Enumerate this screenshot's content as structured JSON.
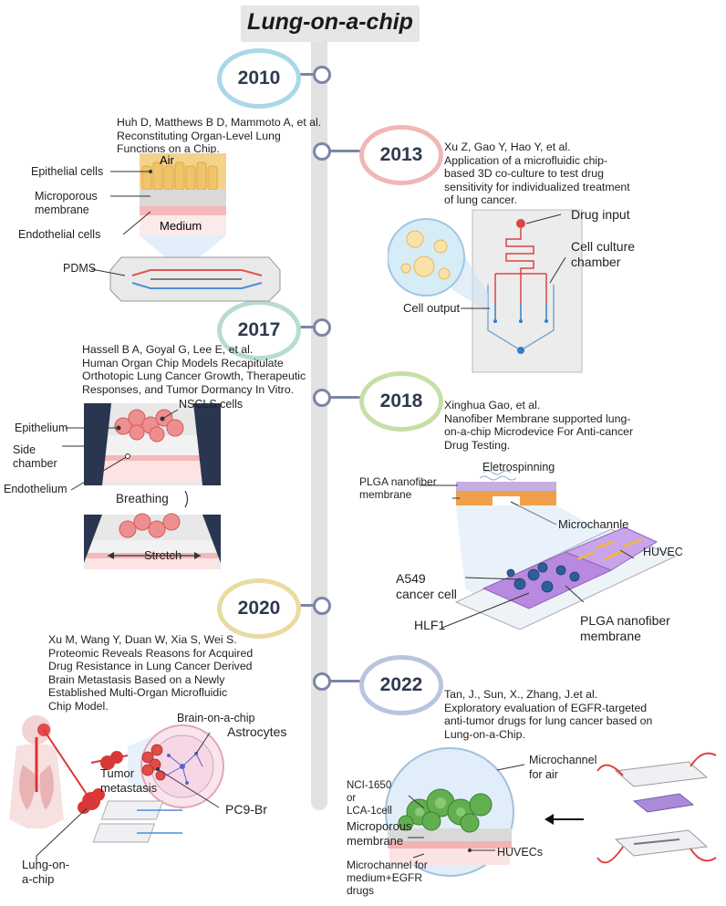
{
  "title": "Lung-on-a-chip",
  "colors": {
    "spine": "#e2e2e2",
    "node": "#7c86a6"
  },
  "entries": [
    {
      "year": "2010",
      "ring_color": "#a9d8e8",
      "reference": [
        "Huh D, Matthews B D, Mammoto A, et al.",
        "Reconstituting Organ-Level Lung",
        "Functions on a Chip."
      ],
      "labels": {
        "air": "Air",
        "epithelial": "Epithelial cells",
        "membrane": "Microporous\nmembrane",
        "medium": "Medium",
        "endothelial": "Endothelial cells",
        "pdms": "PDMS"
      }
    },
    {
      "year": "2013",
      "ring_color": "#f1b6b6",
      "reference": [
        "Xu Z, Gao Y, Hao Y, et al.",
        "Application of a microfluidic chip-",
        "based 3D co-culture to test drug",
        "sensitivity for individualized treatment",
        "of lung cancer."
      ],
      "labels": {
        "drug_input": "Drug input",
        "cell_culture": "Cell culture\nchamber",
        "cell_output": "Cell output"
      }
    },
    {
      "year": "2017",
      "ring_color": "#b6dcd0",
      "reference": [
        "Hassell B A, Goyal G, Lee E, et al.",
        "Human Organ Chip Models Recapitulate",
        "Orthotopic Lung Cancer Growth, Therapeutic",
        "Responses, and Tumor Dormancy In Vitro."
      ],
      "labels": {
        "nscls": "NSCLS cells",
        "epithelium": "Epithelium",
        "side_chamber": "Side\nchamber",
        "endothelium": "Endothelium",
        "breathing": "Breathing",
        "stretch": "Stretch"
      }
    },
    {
      "year": "2018",
      "ring_color": "#c5e0a5",
      "reference": [
        "Xinghua Gao, et al.",
        "Nanofiber Membrane supported lung-",
        "on-a-chip Microdevice For Anti-cancer",
        "Drug Testing."
      ],
      "labels": {
        "eletrospinning": "Eletrospinning",
        "plga_top": "PLGA nanofiber\nmembrane",
        "microchannle": "Microchannle",
        "huvec": "HUVEC",
        "a549": "A549\ncancer cell",
        "hlf1": "HLF1",
        "plga_bottom": "PLGA nanofiber\nmembrane"
      }
    },
    {
      "year": "2020",
      "ring_color": "#e8dca2",
      "reference": [
        "Xu M, Wang Y, Duan W, Xia S, Wei S.",
        "Proteomic Reveals Reasons for Acquired",
        "Drug Resistance in Lung Cancer Derived",
        "Brain Metastasis Based on a Newly",
        "Established Multi-Organ Microfluidic",
        "Chip Model."
      ],
      "labels": {
        "brain_chip": "Brain-on-a-chip",
        "astrocytes": "Astrocytes",
        "tumor": "Tumor\nmetastasis",
        "pc9": "PC9-Br",
        "lung_chip": "Lung-on-\na-chip"
      }
    },
    {
      "year": "2022",
      "ring_color": "#b9c5de",
      "reference": [
        "Tan, J., Sun, X., Zhang, J.et al.",
        "Exploratory evaluation of EGFR-targeted",
        "anti-tumor drugs for lung cancer based on",
        "Lung-on-a-Chip."
      ],
      "labels": {
        "microchannel_air": "Microchannel\nfor air",
        "nci": "NCI-1650\nor\nLCA-1cell",
        "membrane": "Microporous\nmembrane",
        "huvecs": "HUVECs",
        "microchannel_medium": "Microchannel for\nmedium+EGFR\ndrugs"
      }
    }
  ]
}
